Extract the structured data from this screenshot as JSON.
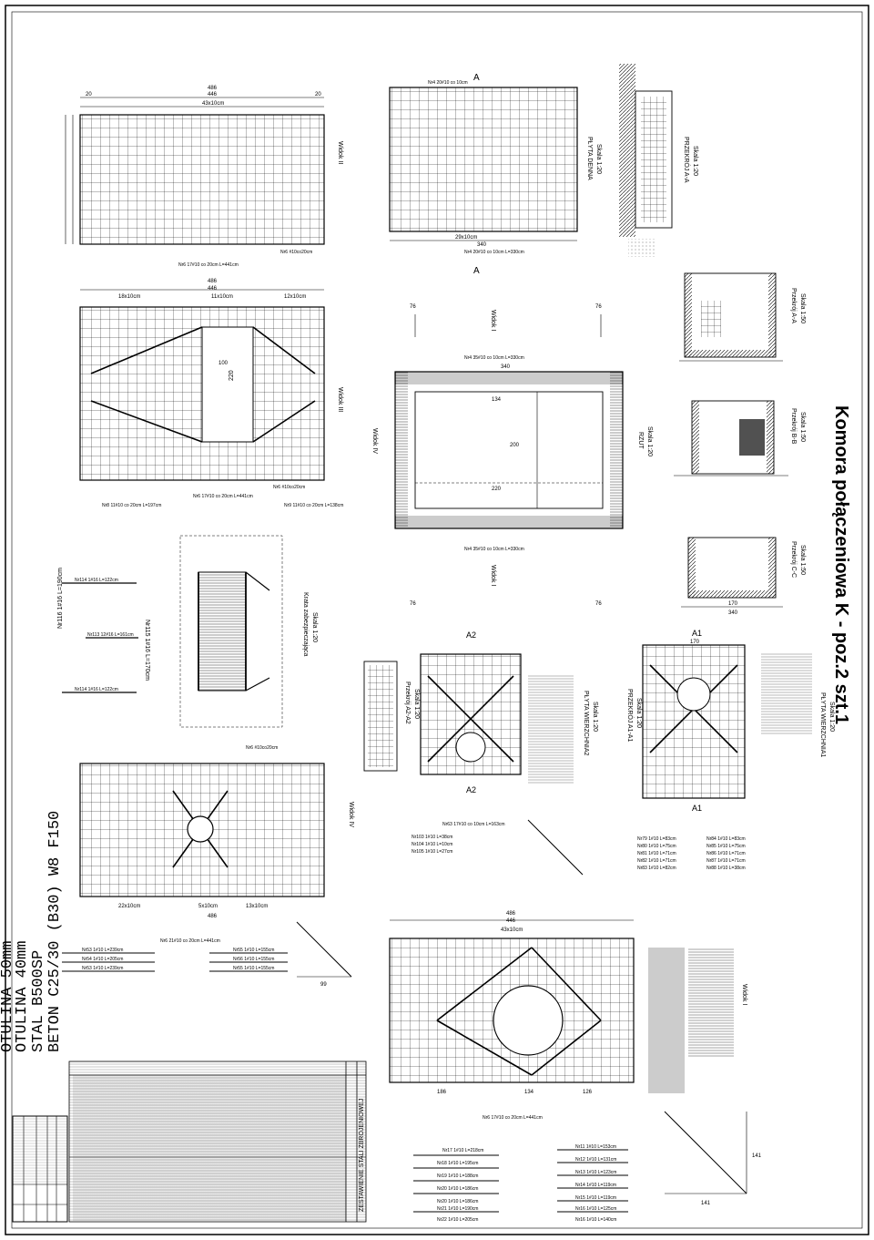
{
  "sheet": {
    "title": "Komora połączeniowa K - poz.2 szt.1",
    "spec_lines": [
      "BETON C25/30 (B30) W8 F150",
      "STAL B500SP",
      "OTULINA 40mm",
      "OTULINA 50mm"
    ]
  },
  "drawings": {
    "plyta_denna": "PŁYTA DENNA",
    "plyta_denna_scale": "Skala 1:20",
    "przekroj_aa": "PRZEKRÓJ A-A",
    "przekroj_aa_scale": "Skala 1:20",
    "przekroj_aa_small": "Przekrój A-A",
    "przekroj_aa_small_scale": "Skala 1:50",
    "przekroj_bb": "Przekrój B-B",
    "przekroj_bb_scale": "Skala 1:50",
    "przekroj_cc": "Przekrój C-C",
    "przekroj_cc_scale": "Skala 1:50",
    "rzut": "RZUT",
    "rzut_scale": "Skala 1:20",
    "krata": "Krata zabezpieczająca",
    "krata_scale": "Skala 1:20",
    "plyta_wierzchnia1": "PŁYTA WIERZCHNIA1",
    "plyta_wierzchnia1_scale": "Skala 1:20",
    "plyta_wierzchnia2": "PŁYTA WIERZCHNIA2",
    "plyta_wierzchnia2_scale": "Skala 1:20",
    "przekroj_a1": "PRZEKRÓJ A1-A1",
    "przekroj_a1_scale": "Skala 1:20",
    "przekroj_a2": "Przekrój A2-A2",
    "przekroj_a2_scale": "Skala 1:20",
    "widok_1": "Widok I",
    "widok_2": "Widok II",
    "widok_3": "Widok III",
    "widok_4": "Widok IV",
    "mark_a": "A",
    "mark_a1": "A1",
    "mark_a2": "A2"
  },
  "dimensions": {
    "d486": "486",
    "d446": "446",
    "d20": "20",
    "d340": "340",
    "d220": "220",
    "d200": "200",
    "d100": "100",
    "d76": "76",
    "d170": "170",
    "d134": "134",
    "d186": "186",
    "d126": "126",
    "d99": "99",
    "d141": "141",
    "d43x10": "43x10cm",
    "d29x10": "29x10cm",
    "d18x10": "18x10cm",
    "d11x10": "11x10cm",
    "d12x10": "12x10cm",
    "d22x10": "22x10cm",
    "d13x10": "13x10cm",
    "d5x10": "5x10cm"
  },
  "bars": {
    "bottom_a": "Nr4  20#10 co 10cm",
    "bottom_b": "Nr6  17#10 co 20cm  L=441cm",
    "bottom_c": "Nr4  20#10 co 10cm  L=330cm",
    "wall_a": "Nr6  #10co20cm",
    "wall_b": "Nr8  11#10 co 20cm  L=197cm",
    "wall_c": "Nr9  11#10 co 20cm  L=138cm",
    "wall_d": "Nr6  17#10 co 20cm  L=441cm",
    "rzut_a": "Nr4  35#10 co 10cm  L=330cm",
    "rzut_b": "Nr4  35#10 co 10cm  L=330cm",
    "krata_a": "Nr114  1#16  L=122cm",
    "krata_b": "Nr113  12#16  L=161cm",
    "krata_c": "Nr115  1#16  L=170cm",
    "krata_d": "Nr116  1#16  L=190cm",
    "krata_e": "Nr114  1#16  L=122cm",
    "top_a": "Nr6  21#10 co 20cm  L=441cm",
    "top_b": "Nr53  1#10  L=239cm",
    "top_c": "Nr54  1#10  L=205cm",
    "top_d": "Nr53  1#10  L=239cm",
    "top_e": "Nr55  1#10  L=155cm",
    "top_f": "Nr56  1#10  L=155cm",
    "top_g": "Nr55  1#10  L=155cm",
    "top_h": "Nr6  #10co20cm",
    "w1_a": "Nr63  17#10 co 10cm  L=163cm",
    "w1_b": "Nr103  1#10  L=38cm",
    "w1_c": "Nr104  1#10  L=10cm",
    "w1_d": "Nr105  1#10  L=27cm",
    "w1_e": "Nr79  1#10  L=83cm",
    "w1_f": "Nr80  1#10  L=75cm",
    "w1_g": "Nr81  1#10  L=71cm",
    "w1_h": "Nr82  1#10  L=71cm",
    "w1_i": "Nr83  1#10  L=82cm",
    "w1_j": "Nr84  1#10  L=83cm",
    "w1_k": "Nr85  1#10  L=75cm",
    "w1_l": "Nr86  1#10  L=71cm",
    "w1_m": "Nr87  1#10  L=71cm",
    "w1_n": "Nr88  1#10  L=38cm",
    "bot_a": "Nr6  17#10 co 20cm  L=441cm",
    "bot_b": "Nr17  1#10  L=218cm",
    "bot_c": "Nr18  1#10  L=195cm",
    "bot_d": "Nr19  1#10  L=188cm",
    "bot_e": "Nr20  1#10  L=186cm",
    "bot_f": "Nr20  1#10  L=186cm",
    "bot_g": "Nr21  1#10  L=190cm",
    "bot_h": "Nr22  1#10  L=205cm",
    "bot_i": "Nr11  1#10  L=153cm",
    "bot_j": "Nr12  1#10  L=131cm",
    "bot_k": "Nr13  1#10  L=123cm",
    "bot_l": "Nr14  1#10  L=119cm",
    "bot_m": "Nr15  1#10  L=119cm",
    "bot_n": "Nr16  1#10  L=125cm",
    "bot_o": "Nr16  1#10  L=140cm"
  },
  "table": {
    "header": "ZESTAWIENIE STALI ZBROJENIOWEJ"
  }
}
